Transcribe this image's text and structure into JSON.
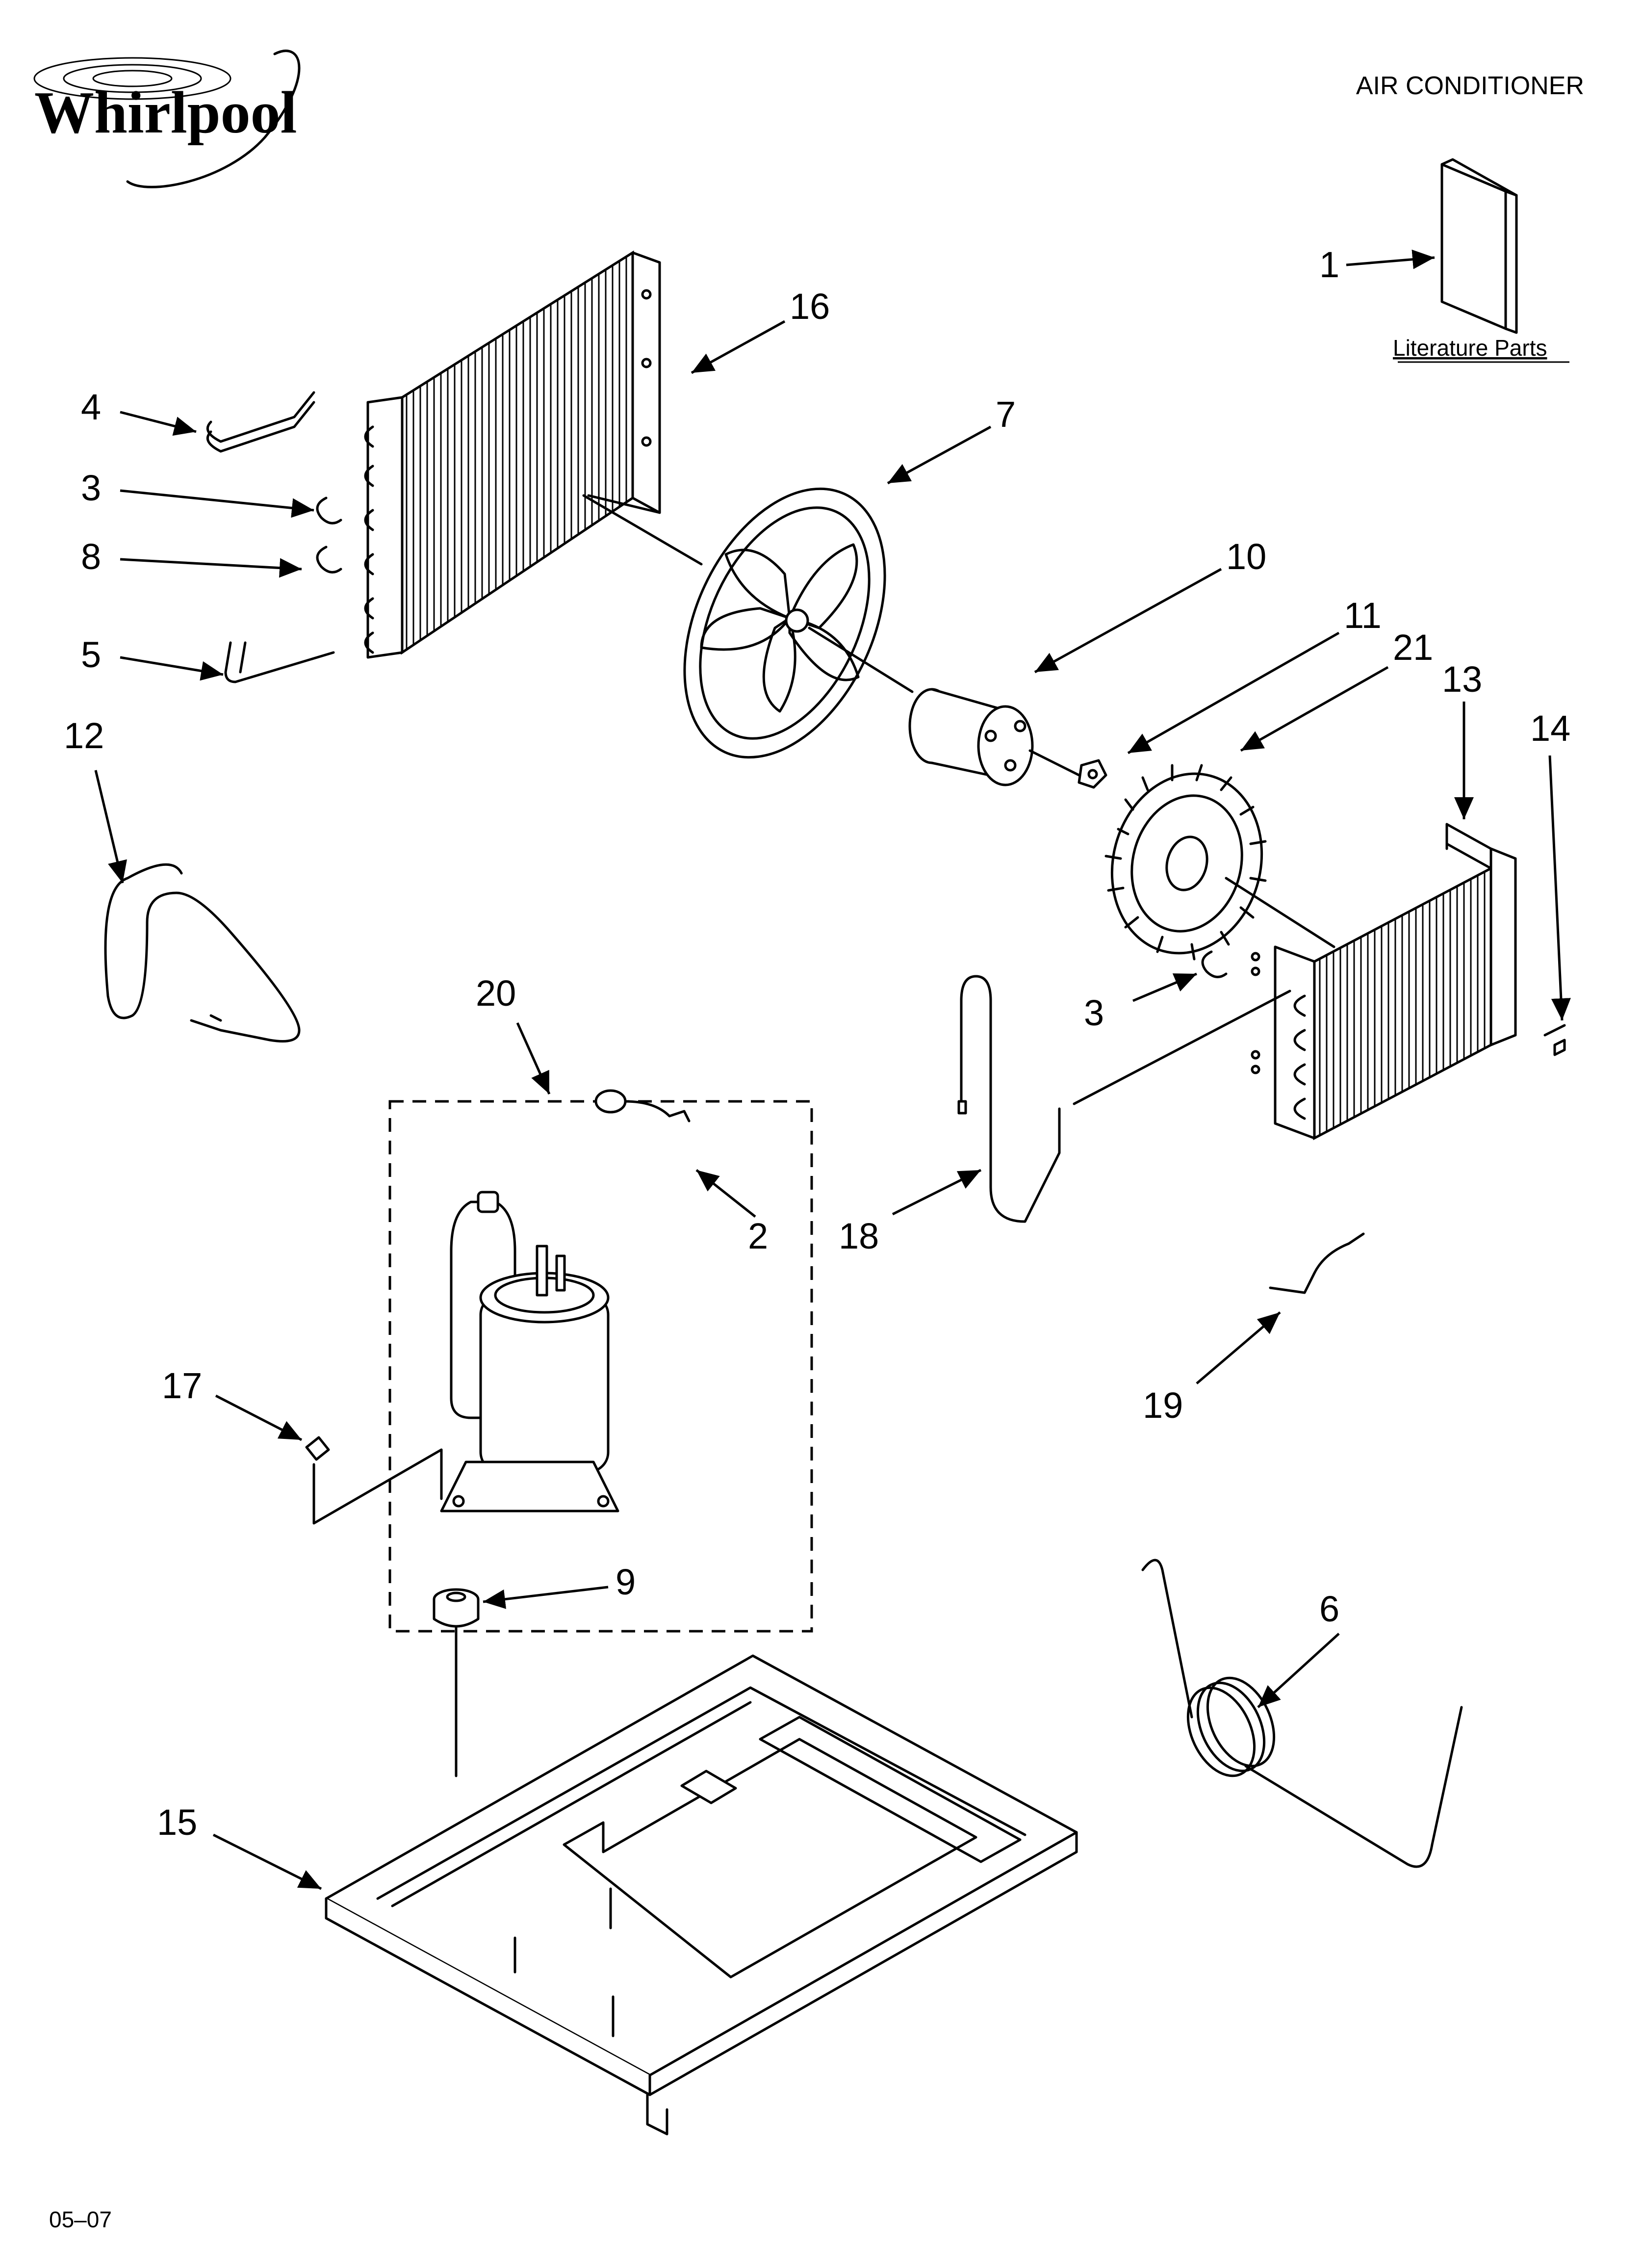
{
  "header": {
    "brand": "Whirlpool",
    "title": "AIR CONDITIONER",
    "footer_code": "05–07"
  },
  "literature": {
    "label": "Literature Parts"
  },
  "callouts": {
    "c1": "1",
    "c2": "2",
    "c3a": "3",
    "c3b": "3",
    "c4": "4",
    "c5": "5",
    "c6": "6",
    "c7": "7",
    "c8": "8",
    "c9": "9",
    "c10": "10",
    "c11": "11",
    "c12": "12",
    "c13": "13",
    "c14": "14",
    "c15": "15",
    "c16": "16",
    "c17": "17",
    "c18": "18",
    "c19": "19",
    "c20": "20",
    "c21": "21"
  }
}
